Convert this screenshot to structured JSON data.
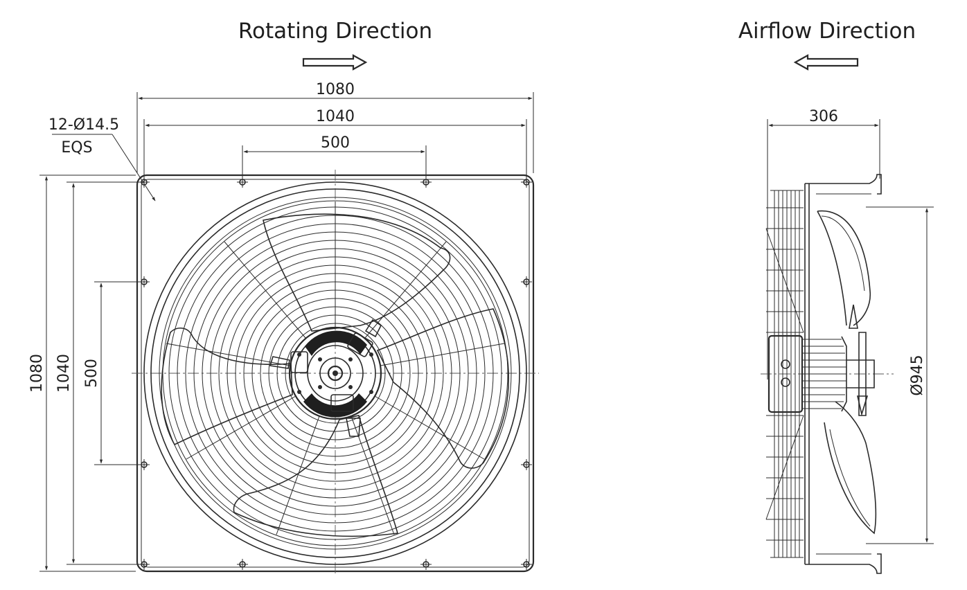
{
  "labels": {
    "rotating_direction": "Rotating Direction",
    "airflow_direction": "Airflow Direction"
  },
  "front_view": {
    "dim_overall_width": "1080",
    "dim_hole_span_width": "1040",
    "dim_inner_hole_width": "500",
    "dim_overall_height": "1080",
    "dim_hole_span_height": "1040",
    "dim_inner_hole_height": "500",
    "hole_callout": "12-Ø14.5",
    "hole_callout_sub": "EQS"
  },
  "side_view": {
    "dim_depth": "306",
    "dim_diameter": "Ø945"
  },
  "colors": {
    "line": "#2a2a2a",
    "text": "#1e1e1e",
    "background": "#ffffff"
  }
}
